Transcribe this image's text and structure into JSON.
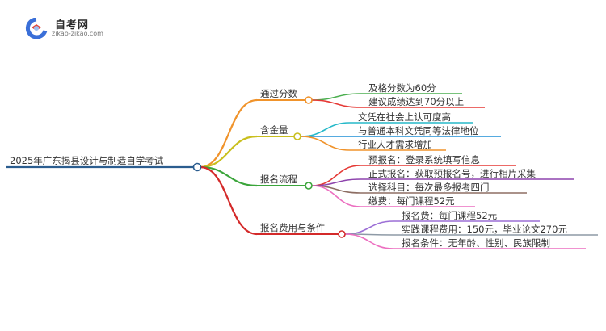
{
  "logo": {
    "brand": "自考网",
    "url": "zikao-zikao.com",
    "colors": {
      "blue": "#3a6fd8",
      "red": "#e0463a",
      "light": "#9ec0f0"
    }
  },
  "mindmap": {
    "root": "2025年广东揭县设计与制造自学考试",
    "root_color": "#2b5d8f",
    "branches": [
      {
        "label": "通过分数",
        "color": "#f0932b",
        "children": [
          {
            "label": "及格分数为60分",
            "color": "#4caf50"
          },
          {
            "label": "建议成绩达到70分以上",
            "color": "#e53935"
          }
        ]
      },
      {
        "label": "含金量",
        "color": "#c9bf1e",
        "children": [
          {
            "label": "文凭在社会上认可度高",
            "color": "#26b9c9"
          },
          {
            "label": "与普通本科文凭同等法律地位",
            "color": "#1f8fd6"
          },
          {
            "label": "行业人才需求增加",
            "color": "#f0932b"
          }
        ]
      },
      {
        "label": "报名流程",
        "color": "#3ba53b",
        "children": [
          {
            "label": "预报名：登录系统填写信息",
            "color": "#e53935"
          },
          {
            "label": "正式报名：获取预报名号，进行相片采集",
            "color": "#8e44ad"
          },
          {
            "label": "选择科目：每次最多报考四门",
            "color": "#8d6e63"
          },
          {
            "label": "缴费：每门课程52元",
            "color": "#ec6fc0"
          }
        ]
      },
      {
        "label": "报名费用与条件",
        "color": "#d42a2a",
        "children": [
          {
            "label": "报名费：每门课程52元",
            "color": "#9c6fd6"
          },
          {
            "label": "实践课程费用：150元，毕业论文270元",
            "color": "#8e9aa6"
          },
          {
            "label": "报名条件：无年龄、性别、民族限制",
            "color": "#ec6fc0"
          }
        ]
      }
    ]
  }
}
